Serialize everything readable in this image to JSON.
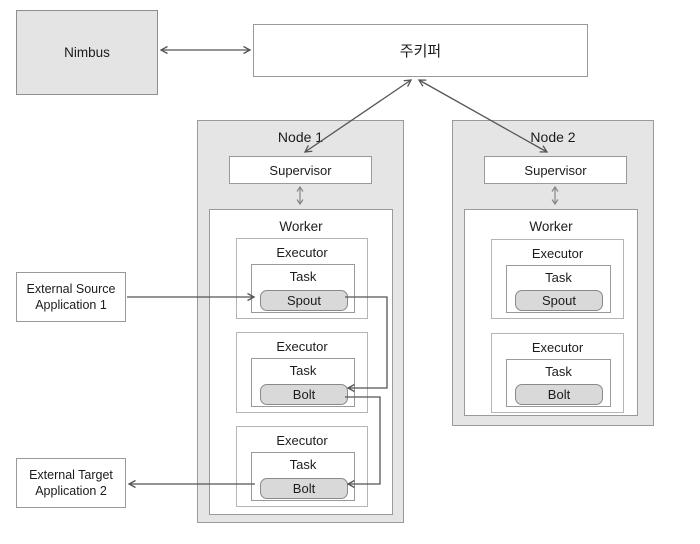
{
  "nimbus": {
    "label": "Nimbus"
  },
  "zookeeper": {
    "label": "주키퍼"
  },
  "external_source_app": {
    "line1": "External Source",
    "line2": "Application 1"
  },
  "external_target_app": {
    "line1": "External Target",
    "line2": "Application 2"
  },
  "node1": {
    "label": "Node 1",
    "supervisor": "Supervisor",
    "worker": "Worker",
    "executors": [
      {
        "label": "Executor",
        "task": "Task",
        "component": "Spout"
      },
      {
        "label": "Executor",
        "task": "Task",
        "component": "Bolt"
      },
      {
        "label": "Executor",
        "task": "Task",
        "component": "Bolt"
      }
    ]
  },
  "node2": {
    "label": "Node 2",
    "supervisor": "Supervisor",
    "worker": "Worker",
    "executors": [
      {
        "label": "Executor",
        "task": "Task",
        "component": "Spout"
      },
      {
        "label": "Executor",
        "task": "Task",
        "component": "Bolt"
      }
    ]
  },
  "colors": {
    "node_fill": "#e5e5e5",
    "component_fill": "#d9d9d9",
    "box_border": "#9a9a9a",
    "arrow": "#555555"
  }
}
